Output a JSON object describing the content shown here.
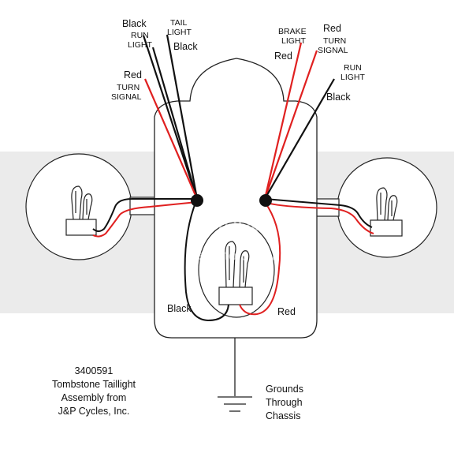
{
  "labels": {
    "black_top_left": "Black",
    "run_light_left_1": "RUN",
    "run_light_left_2": "LIGHT",
    "tail_light_1": "TAIL",
    "tail_light_2": "LIGHT",
    "black_mid_left": "Black",
    "red_left": "Red",
    "turn_signal_left_1": "TURN",
    "turn_signal_left_2": "SIGNAL",
    "brake_light_1": "BRAKE",
    "brake_light_2": "LIGHT",
    "red_brake": "Red",
    "red_top_right": "Red",
    "turn_signal_right_1": "TURN",
    "turn_signal_right_2": "SIGNAL",
    "run_light_right_1": "RUN",
    "run_light_right_2": "LIGHT",
    "black_right": "Black",
    "black_bottom": "Black",
    "red_bottom": "Red",
    "grounds_1": "Grounds",
    "grounds_2": "Through",
    "grounds_3": "Chassis"
  },
  "caption": {
    "line1": "3400591",
    "line2": "Tombstone Taillight",
    "line3": "Assembly from",
    "line4": "J&P Cycles, Inc."
  },
  "watermark": {
    "brand": "photobucket",
    "tagline": "host. store. share."
  },
  "colors": {
    "wire_red": "#e02020",
    "wire_black": "#111111",
    "band": "#ebebeb"
  }
}
